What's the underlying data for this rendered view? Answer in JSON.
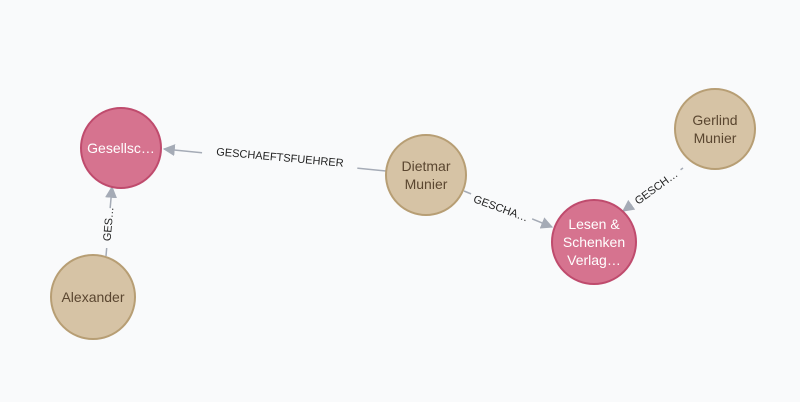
{
  "colors": {
    "background": "#f9fafb",
    "org_fill": "#d6738f",
    "org_stroke": "#bf4b6d",
    "org_text": "#ffffff",
    "person_fill": "#d6c3a5",
    "person_stroke": "#b79e74",
    "person_text": "#5a4630",
    "edge": "#a5abb6"
  },
  "nodes": {
    "gesellschaft": {
      "lines": [
        "Gesellsc…"
      ],
      "kind": "organization"
    },
    "alexander": {
      "lines": [
        "Alexander"
      ],
      "kind": "person"
    },
    "dietmar": {
      "lines": [
        "Dietmar",
        "Munier"
      ],
      "kind": "person"
    },
    "gerlind": {
      "lines": [
        "Gerlind",
        "Munier"
      ],
      "kind": "person"
    },
    "lesen": {
      "lines": [
        "Lesen &",
        "Schenken",
        "Verlag…"
      ],
      "kind": "organization"
    }
  },
  "relationships": {
    "dietmar_gesellschaft": "GESCHAEFTSFUEHRER",
    "alexander_gesellschaft": "GES…",
    "dietmar_lesen": "GESCHA…",
    "gerlind_lesen": "GESCH…"
  }
}
